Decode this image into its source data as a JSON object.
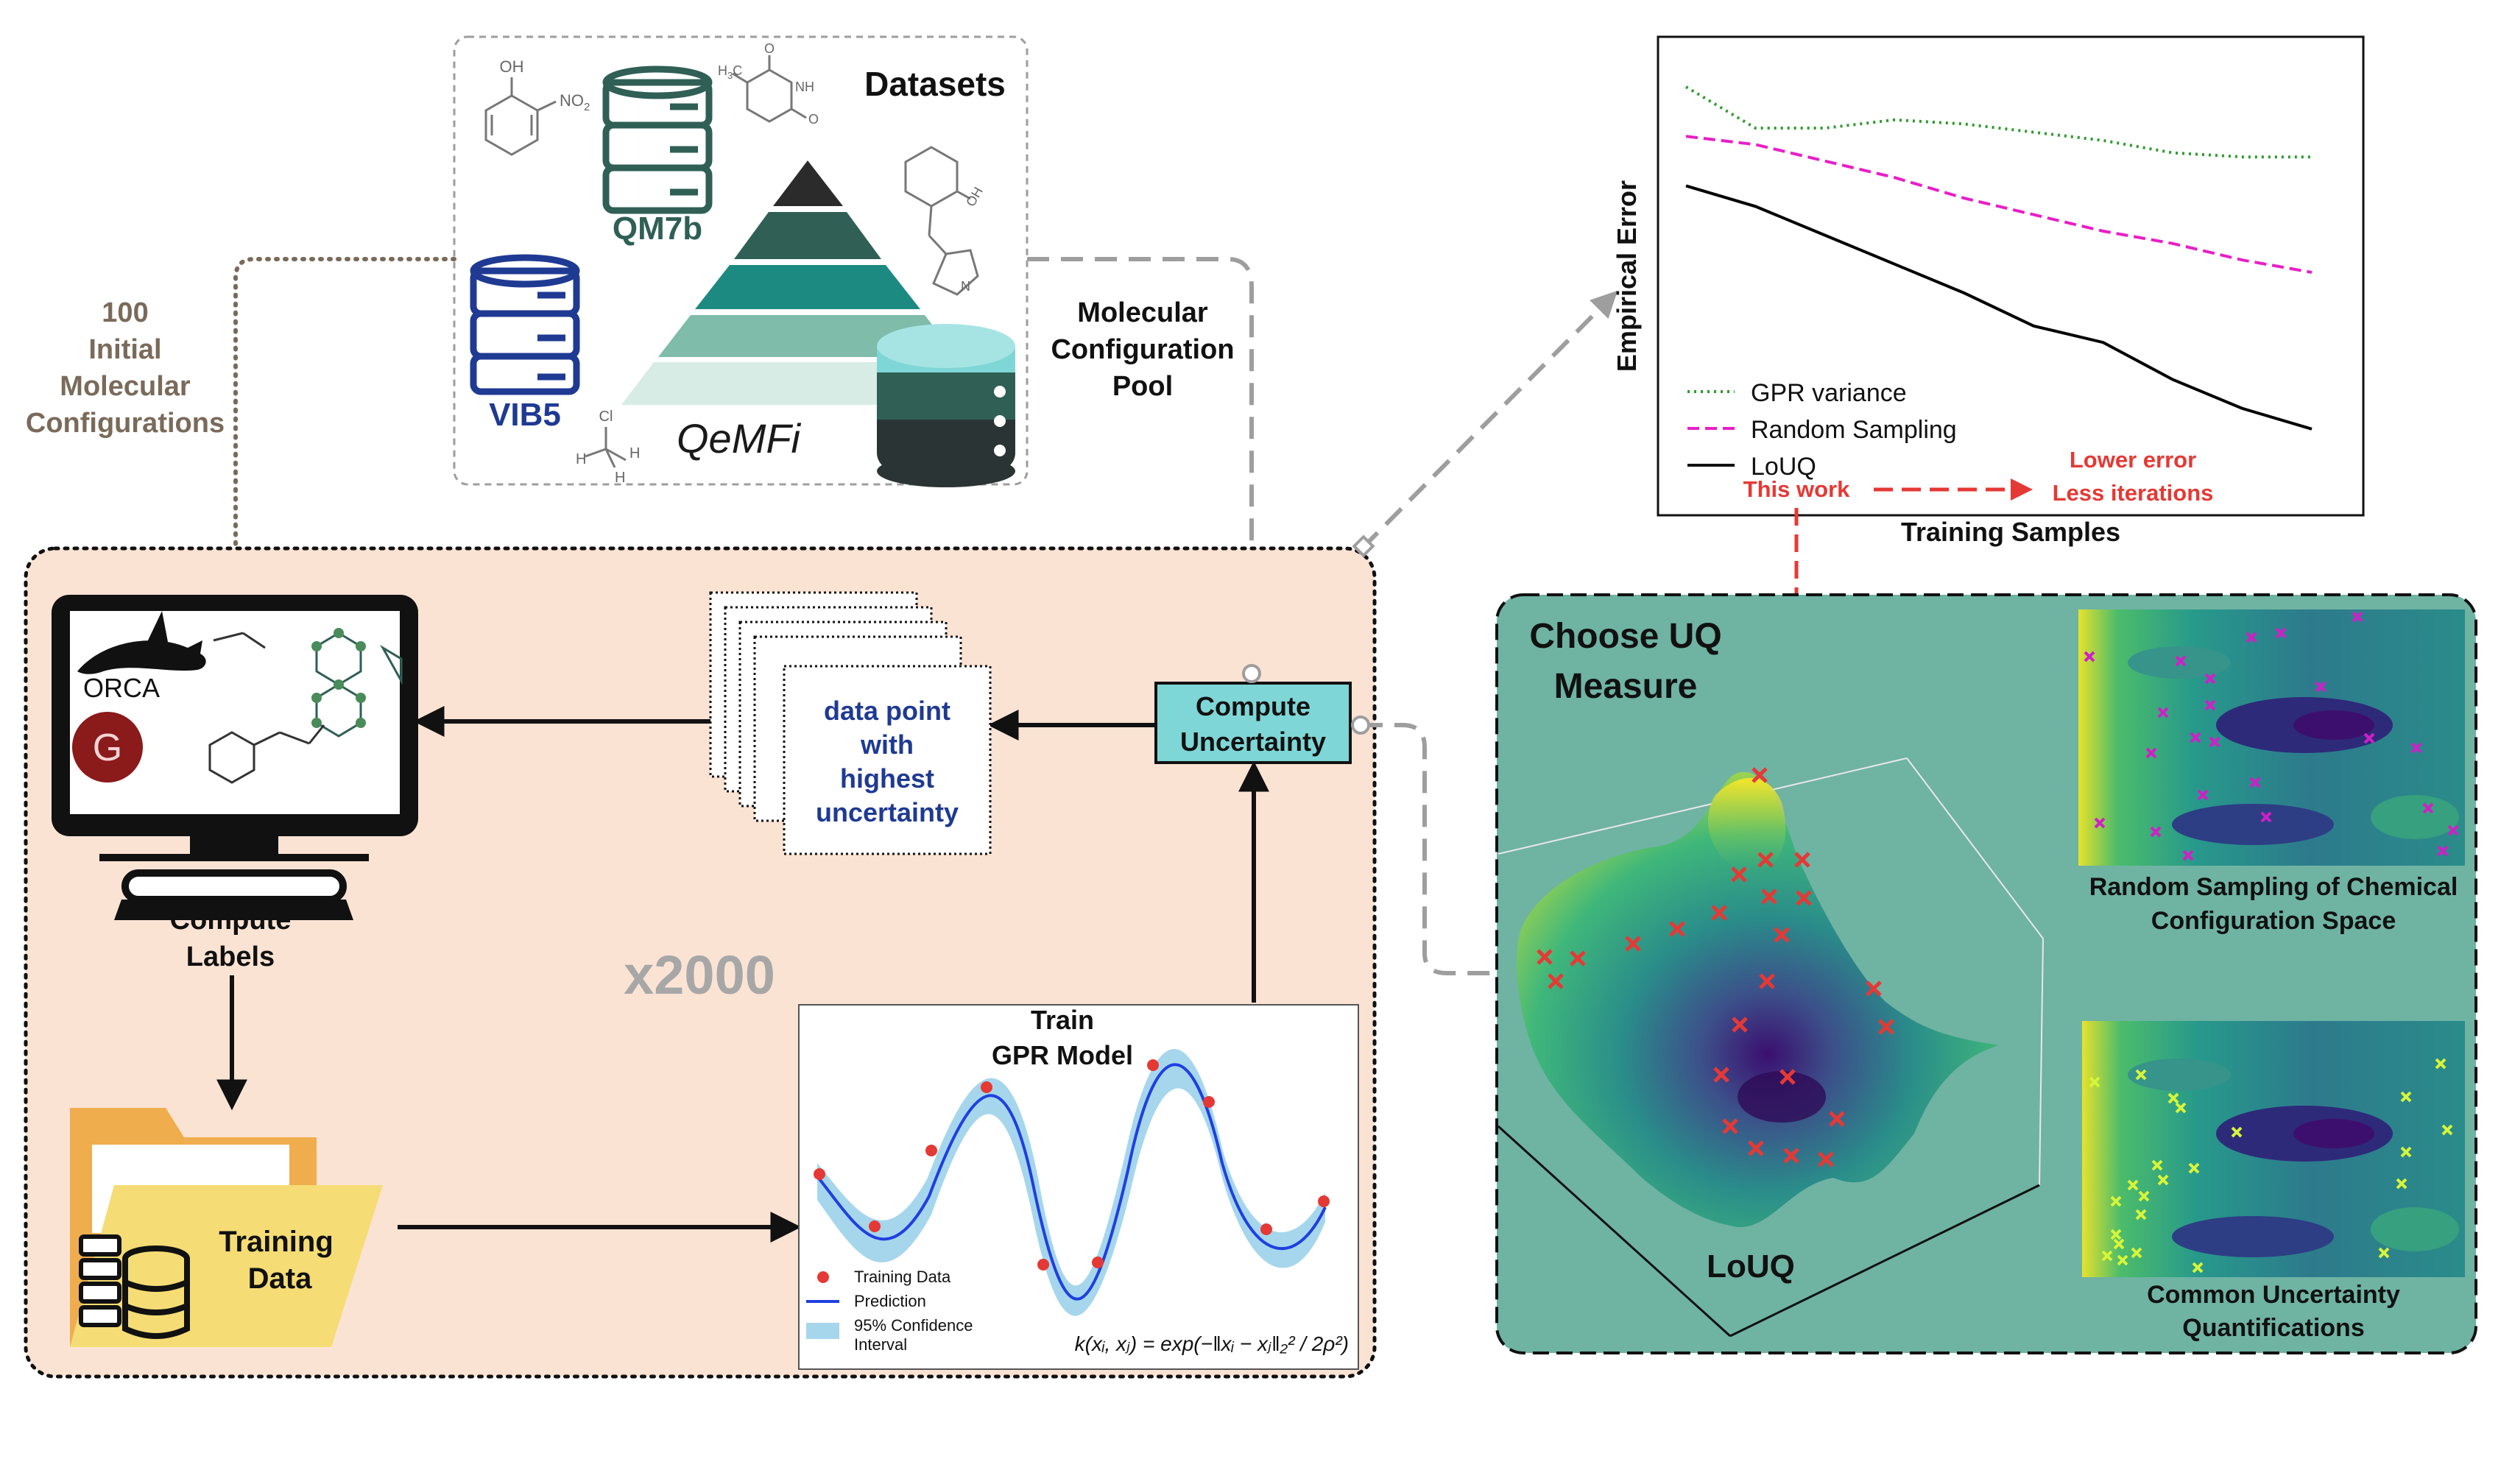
{
  "colors": {
    "loop_bg": "#fbe3d4",
    "uq_bg": "#6fb3a3",
    "accent_teal": "#7fd6d6",
    "qm7b": "#2f5f55",
    "vib5": "#1f3a93",
    "text_dark": "#1a1a1a",
    "text_blue": "#1f3a93",
    "red": "#e53935",
    "gray_arrow": "#9e9e9e",
    "brown_dotted": "#7a6a5a",
    "gpr_green": "#2e9b2e",
    "random_magenta": "#e91ec8"
  },
  "datasets": {
    "title": "Datasets",
    "qm7b_label": "QM7b",
    "vib5_label": "VIB5",
    "qemfi_label": "QeMFi",
    "molecules": {
      "oh": "OH",
      "no2": "NO",
      "no2_sub": "2",
      "h3c": "H",
      "h3c_sub": "3",
      "h3c_c": "C",
      "nh": "NH",
      "n": "N",
      "o1": "O",
      "o2": "O",
      "oh2": "OH",
      "cl": "Cl",
      "h1": "H",
      "h2": "H",
      "h3": "H"
    }
  },
  "initial": {
    "line1": "100",
    "line2": "Initial",
    "line3": "Molecular",
    "line4": "Configurations"
  },
  "pool": {
    "line1": "Molecular",
    "line2": "Configuration",
    "line3": "Pool"
  },
  "loop": {
    "iterations": "x2000",
    "compute_labels_1": "Compute",
    "compute_labels_2": "Labels",
    "orca": "ORCA",
    "training_data_1": "Training",
    "training_data_2": "Data",
    "data_point_1": "data point",
    "data_point_2": "with",
    "data_point_3": "highest",
    "data_point_4": "uncertainty",
    "compute_unc_1": "Compute",
    "compute_unc_2": "Uncertainty",
    "train_1": "Train",
    "train_2": "GPR Model",
    "legend_training": "Training Data",
    "legend_prediction": "Prediction",
    "legend_ci_1": "95% Confidence",
    "legend_ci_2": "Interval",
    "kernel": "k(xᵢ, xⱼ) = exp(−‖xᵢ − xⱼ‖₂² / 2ρ²)"
  },
  "uq": {
    "title_1": "Choose UQ",
    "title_2": "Measure",
    "louq_label": "LoUQ",
    "random_caption_1": "Random Sampling of Chemical",
    "random_caption_2": "Configuration Space",
    "common_caption_1": "Common Uncertainty",
    "common_caption_2": "Quantifications"
  },
  "chart_data": {
    "type": "line",
    "title": "",
    "xlabel": "Training Samples",
    "ylabel": "Empirical Error",
    "x": [
      0,
      1,
      2,
      3,
      4,
      5,
      6,
      7,
      8,
      9
    ],
    "ylim": [
      0,
      100
    ],
    "grid": false,
    "legend_placement": "bottom-left",
    "series": [
      {
        "name": "GPR variance",
        "style": "dotted",
        "color": "#2e9b2e",
        "values": [
          95,
          85,
          85,
          87,
          86,
          84,
          82,
          79,
          78,
          78
        ]
      },
      {
        "name": "Random Sampling",
        "style": "dashed",
        "color": "#e91ec8",
        "values": [
          83,
          81,
          77,
          73,
          68,
          64,
          60,
          57,
          53,
          50
        ]
      },
      {
        "name": "LoUQ",
        "style": "solid",
        "color": "#000000",
        "values": [
          71,
          66,
          59,
          52,
          45,
          37,
          33,
          24,
          17,
          12
        ]
      }
    ],
    "annotations": {
      "this_work": "This work",
      "lower_error": "Lower error",
      "less_iterations": "Less iterations"
    }
  }
}
